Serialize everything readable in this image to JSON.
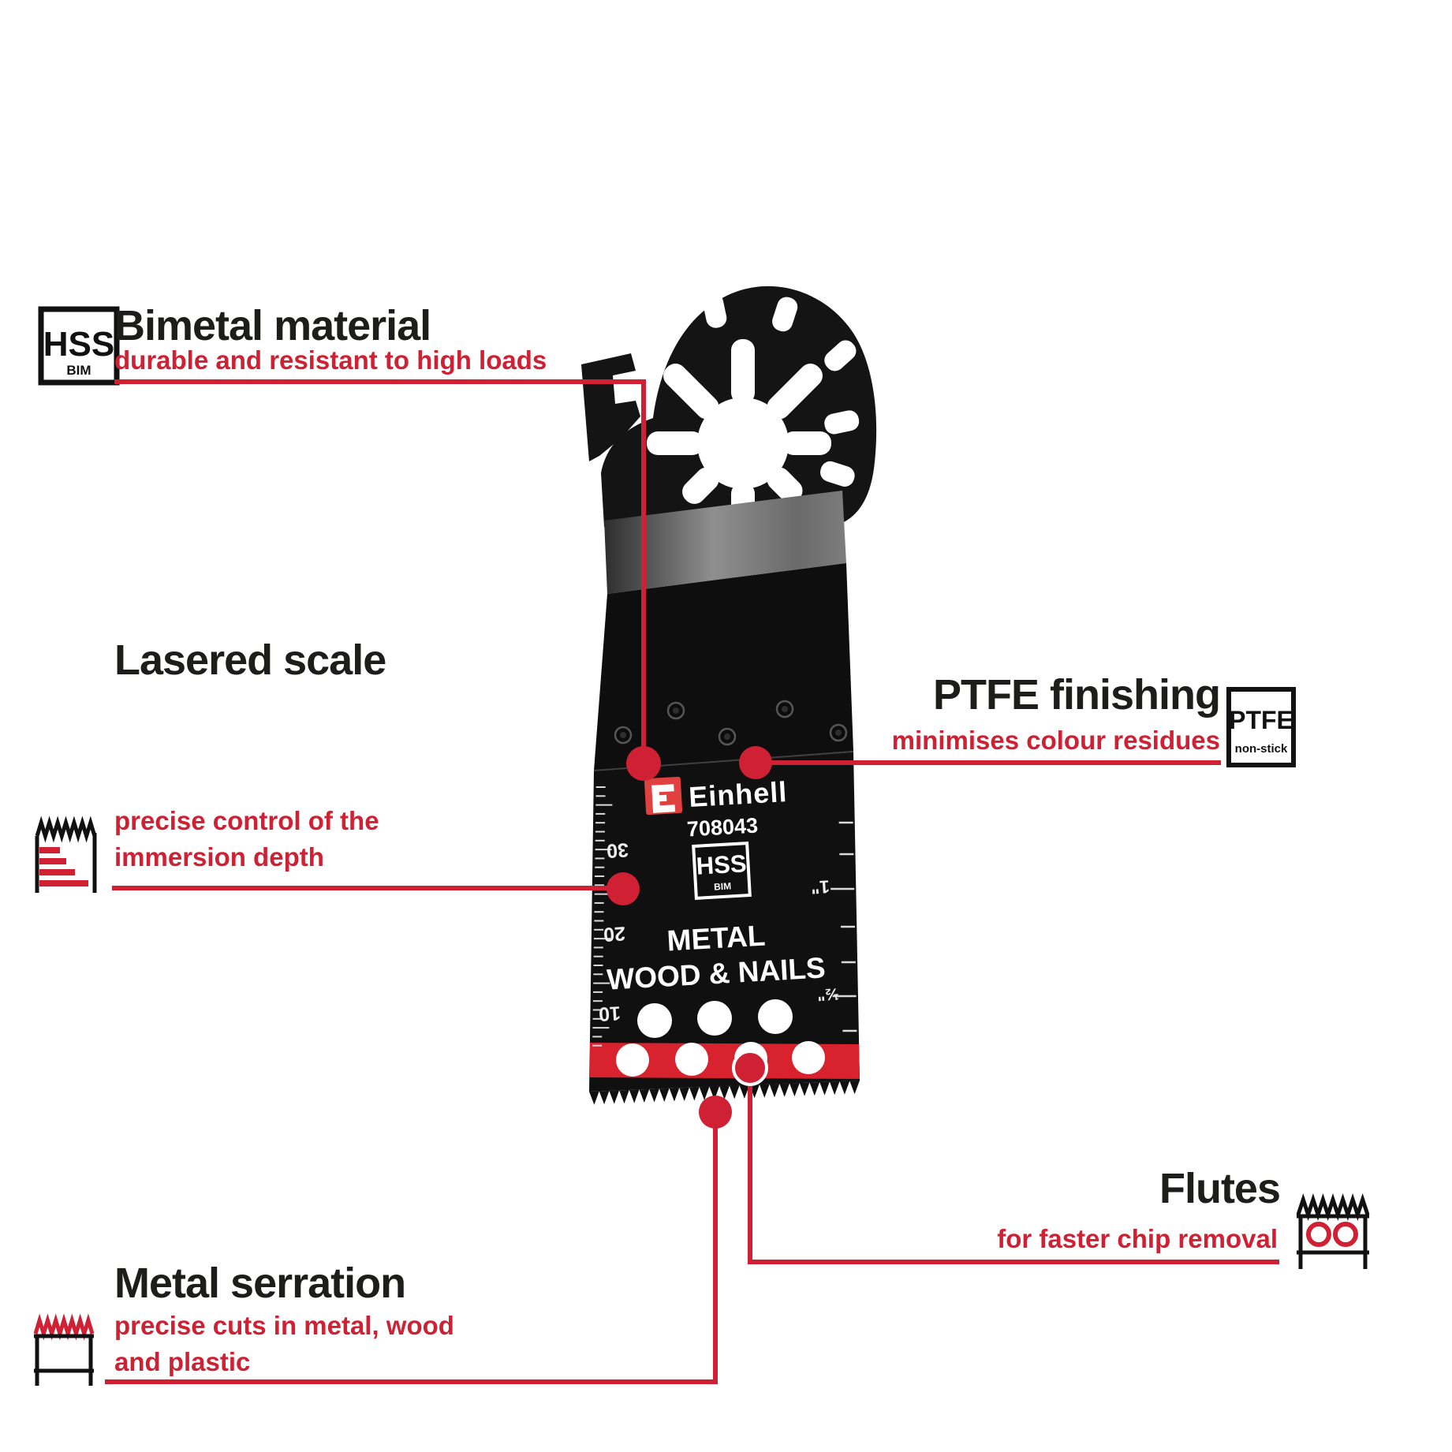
{
  "colors": {
    "accent": "#cf2133",
    "stripe_red": "#d8232f",
    "logo_red": "#e04040",
    "title_black": "#1d1d1b",
    "blade_black": "#121212"
  },
  "callouts": {
    "bimetal": {
      "title": "Bimetal material",
      "subtitle": "durable and resistant to high loads"
    },
    "lasered": {
      "title": "Lasered scale",
      "subtitle_line1": "precise control of the",
      "subtitle_line2": "immersion depth"
    },
    "serration": {
      "title": "Metal serration",
      "subtitle_line1": "precise cuts in metal, wood",
      "subtitle_line2": "and plastic"
    },
    "ptfe": {
      "title": "PTFE finishing",
      "subtitle": "minimises colour residues"
    },
    "flutes": {
      "title": "Flutes",
      "subtitle": "for faster chip removal"
    }
  },
  "badges": {
    "hss": {
      "line1": "HSS",
      "line2": "BIM"
    },
    "ptfe": {
      "line1": "PTFE",
      "line2": "non-stick"
    }
  },
  "blade": {
    "brand": "Einhell",
    "part_number": "708043",
    "badge": {
      "line1": "HSS",
      "line2": "BIM"
    },
    "material_line1": "METAL",
    "material_line2": "WOOD & NAILS",
    "scale_left": [
      "30",
      "20",
      "10"
    ],
    "scale_right": [
      "1\"",
      "½\""
    ]
  }
}
